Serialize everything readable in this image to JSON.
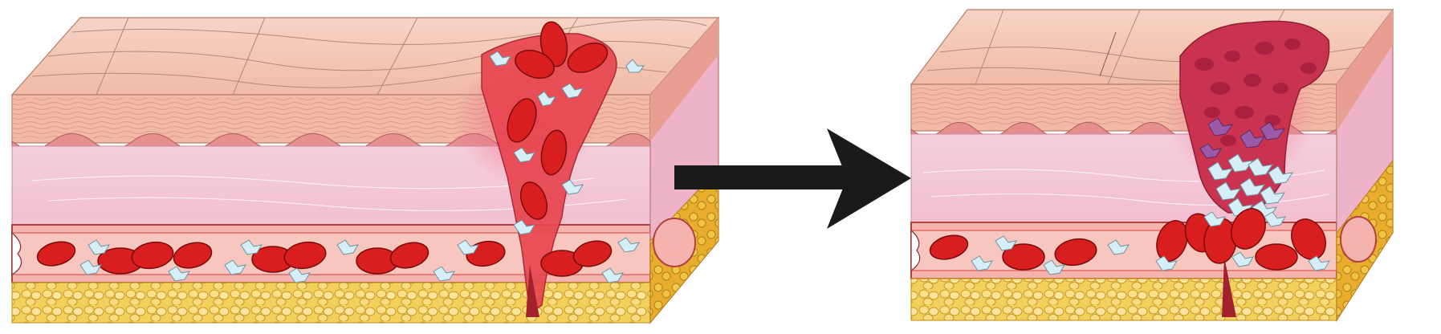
{
  "figure": {
    "panels": [
      {
        "id": "wound-bleeding",
        "icon": "skin-cross-section-with-bleeding-wound"
      },
      {
        "id": "clot-formed",
        "icon": "skin-cross-section-with-clot"
      }
    ],
    "arrow": {
      "icon": "right-arrow-icon",
      "color": "#1a1a1a"
    },
    "colors": {
      "epidermis_top": "#f4c7b6",
      "dermis": "#f3c6d6",
      "vessel": "#f2a6a2",
      "fat": "#f6d66b",
      "blood": "#e8464f",
      "rbc": "#d81e1e",
      "platelet": "#cfeaf3",
      "clot": "#c9334f"
    }
  }
}
